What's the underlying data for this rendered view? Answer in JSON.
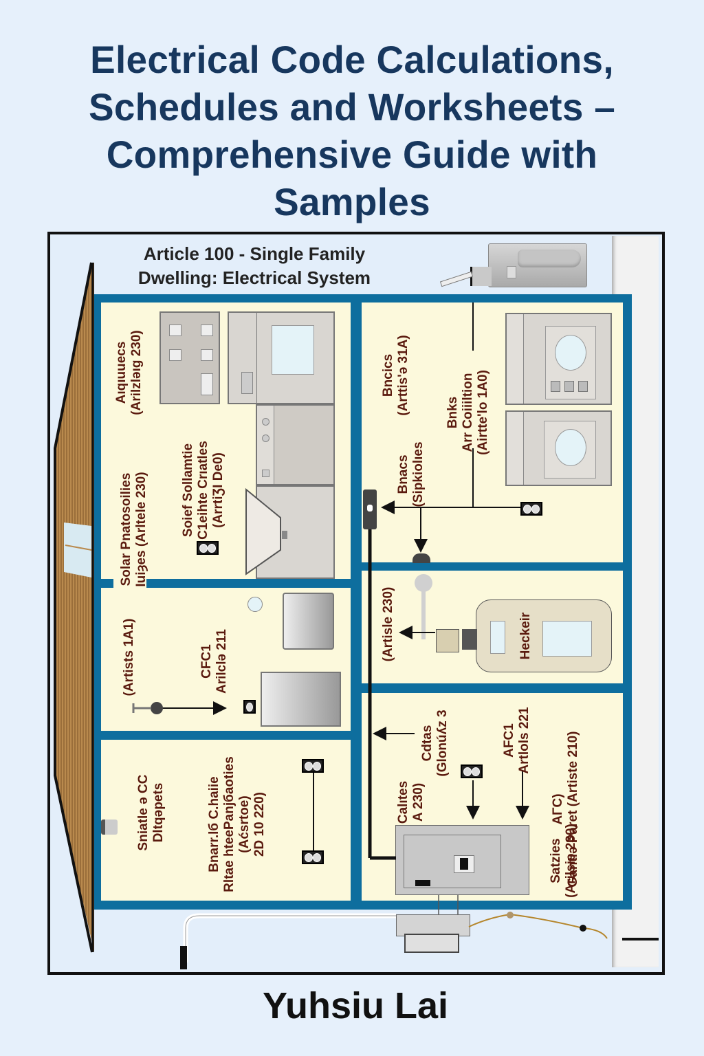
{
  "cover": {
    "title_lines": [
      "Electrical Code Calculations,",
      "Schedules and Worksheets –",
      "Comprehensive Guide with",
      "Samples"
    ],
    "author": "Yuhsiu Lai"
  },
  "diagram": {
    "header_line1": "Article 100 - Single Family",
    "header_line2": "Dwelling: Electrical System",
    "colors": {
      "wall_blue": "#0e6e9e",
      "room_fill": "#fcf9dc",
      "label_text": "#5a1a0e",
      "title_text": "#17375e"
    },
    "labels": {
      "appliances": [
        "Aıqıuuecs",
        "(Arilzləıg 230)"
      ],
      "solar_circuits": [
        "Soief Sollamtie",
        "C1eihte  Crıatles",
        "(ArrtiƷI De0)"
      ],
      "solar_photovoltaics": [
        "Solar Pnatosoilies",
        "Iuiȝes (Arltele 230)"
      ],
      "branch_top": [
        "Bncics",
        "(Arttis'ə 31A)"
      ],
      "branch_ac": [
        "Bnks",
        "Arr Coiiiltion",
        "(Airtte'lo 1A0)"
      ],
      "branch_spk": [
        "Bnacs",
        "(Sipkiolıes"
      ],
      "article_1a1": [
        "(Artists 1A1)"
      ],
      "cfc1": [
        "CFC1",
        "Arilclə 211"
      ],
      "heater_article": [
        "(Artisle 230)"
      ],
      "heater": [
        "Heckeir"
      ],
      "sniatle": [
        "Sniatle ə CC",
        "Dltqəpets"
      ],
      "branch_circuit": [
        "Bnarr.lб C.haiie",
        "Rltae hteePanjбaoties",
        "(Aćsrtoe)",
        "2D 10 220)"
      ],
      "cdtas": [
        "Cdtas",
        "(Glonúʎz 3"
      ],
      "calites": [
        "Calıtes",
        "A 230)"
      ],
      "afc1": [
        "AFC1",
        "Artlols 221"
      ],
      "afc": [
        "AΓC)",
        "Gantıə Paret (Artiste 210)"
      ],
      "satzies": [
        "Satzies",
        "",
        "(Arilsiə 230)"
      ]
    }
  }
}
